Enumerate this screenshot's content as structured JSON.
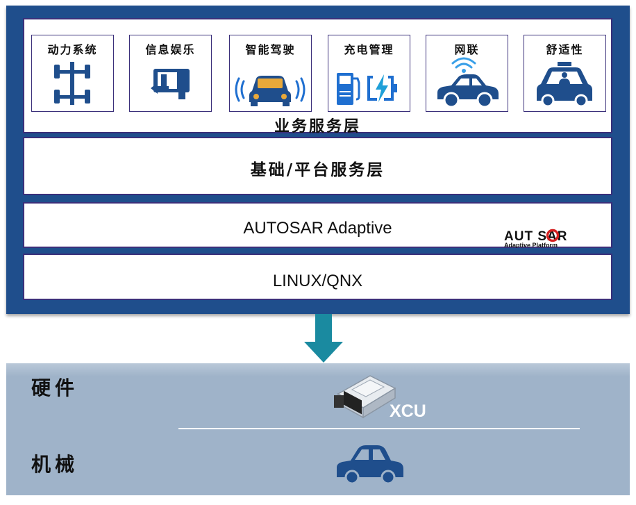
{
  "services": [
    {
      "label": "动力系统",
      "icon": "chassis-icon"
    },
    {
      "label": "信息娱乐",
      "icon": "touchscreen-icon"
    },
    {
      "label": "智能驾驶",
      "icon": "car-sensor-icon"
    },
    {
      "label": "充电管理",
      "icon": "charging-icon"
    },
    {
      "label": "网联",
      "icon": "connected-car-icon"
    },
    {
      "label": "舒适性",
      "icon": "taxi-comfort-icon"
    }
  ],
  "layers": {
    "business": "业务服务层",
    "platform": "基础/平台服务层",
    "autosar": "AUTOSAR Adaptive",
    "os": "LINUX/QNX"
  },
  "autosar_logo": {
    "main": "AUT SAR",
    "sub": "Adaptive Platform"
  },
  "bottom": {
    "hardware_label": "硬件",
    "mechanical_label": "机械",
    "xcu_label": "XCU"
  },
  "colors": {
    "stack_bg": "#1f4e8c",
    "arrow": "#1a8aa0",
    "icon_blue": "#1f4e8c",
    "bottom_bg": "#9fb3c9"
  }
}
